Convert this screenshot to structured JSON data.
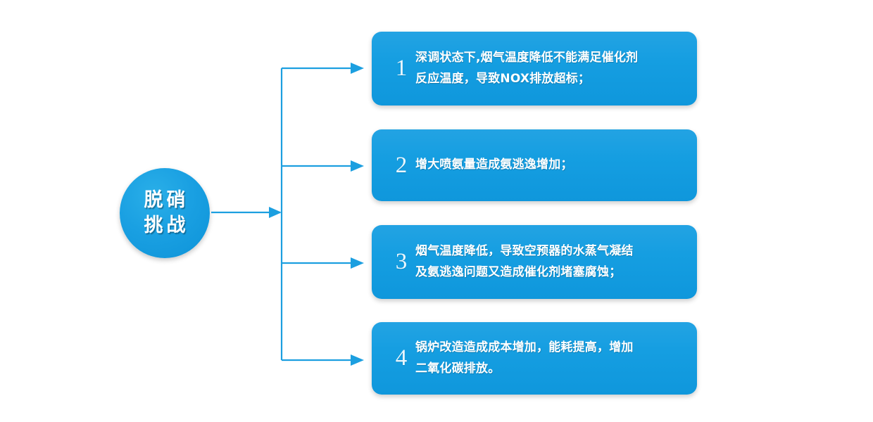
{
  "diagram": {
    "type": "radial-branch-list",
    "accent_color": "#1a9fe0",
    "connector_color": "#1c9fe0",
    "background_color": "#ffffff",
    "hub": {
      "label_line_1": "脱硝",
      "label_line_2": "挑战",
      "shape": "circle",
      "fill": "#1aa0e2",
      "text_color": "#ffffff"
    },
    "items": [
      {
        "number": "1",
        "lines": [
          "深调状态下,烟气温度降低不能满足催化剂",
          "反应温度，导致NOX排放超标；"
        ]
      },
      {
        "number": "2",
        "lines": [
          "增大喷氨量造成氨逃逸增加；"
        ]
      },
      {
        "number": "3",
        "lines": [
          "烟气温度降低，导致空预器的水蒸气凝结",
          "及氨逃逸问题又造成催化剂堵塞腐蚀；"
        ]
      },
      {
        "number": "4",
        "lines": [
          "锅炉改造造成成本增加，能耗提高，增加",
          "二氧化碳排放。"
        ]
      }
    ]
  }
}
